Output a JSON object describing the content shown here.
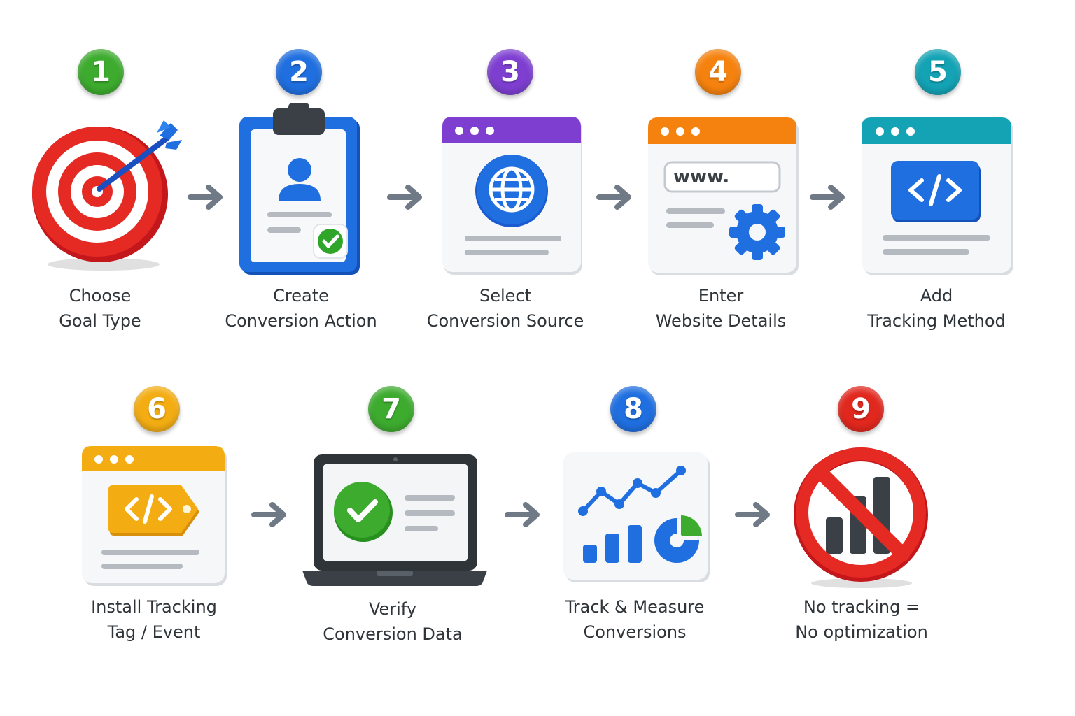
{
  "steps": [
    {
      "number": "1",
      "line1": "Choose",
      "line2": "Goal Type",
      "color": "#3dab2e"
    },
    {
      "number": "2",
      "line1": "Create",
      "line2": "Conversion Action",
      "color": "#1f6fe0"
    },
    {
      "number": "3",
      "line1": "Select",
      "line2": "Conversion Source",
      "color": "#7e3fd1"
    },
    {
      "number": "4",
      "line1": "Enter",
      "line2": "Website Details",
      "color": "#f5820e"
    },
    {
      "number": "5",
      "line1": "Add",
      "line2": "Tracking Method",
      "color": "#13a3b5"
    },
    {
      "number": "6",
      "line1": "Install Tracking",
      "line2": "Tag / Event",
      "color": "#f3ad13"
    },
    {
      "number": "7",
      "line1": "Verify",
      "line2": "Conversion Data",
      "color": "#3dab2e"
    },
    {
      "number": "8",
      "line1": "Track & Measure",
      "line2": "Conversions",
      "color": "#1f6fe0"
    },
    {
      "number": "9",
      "line1": "No tracking =",
      "line2": "No optimization",
      "color": "#e1281e"
    }
  ],
  "icons": {
    "step4_url": "www."
  }
}
